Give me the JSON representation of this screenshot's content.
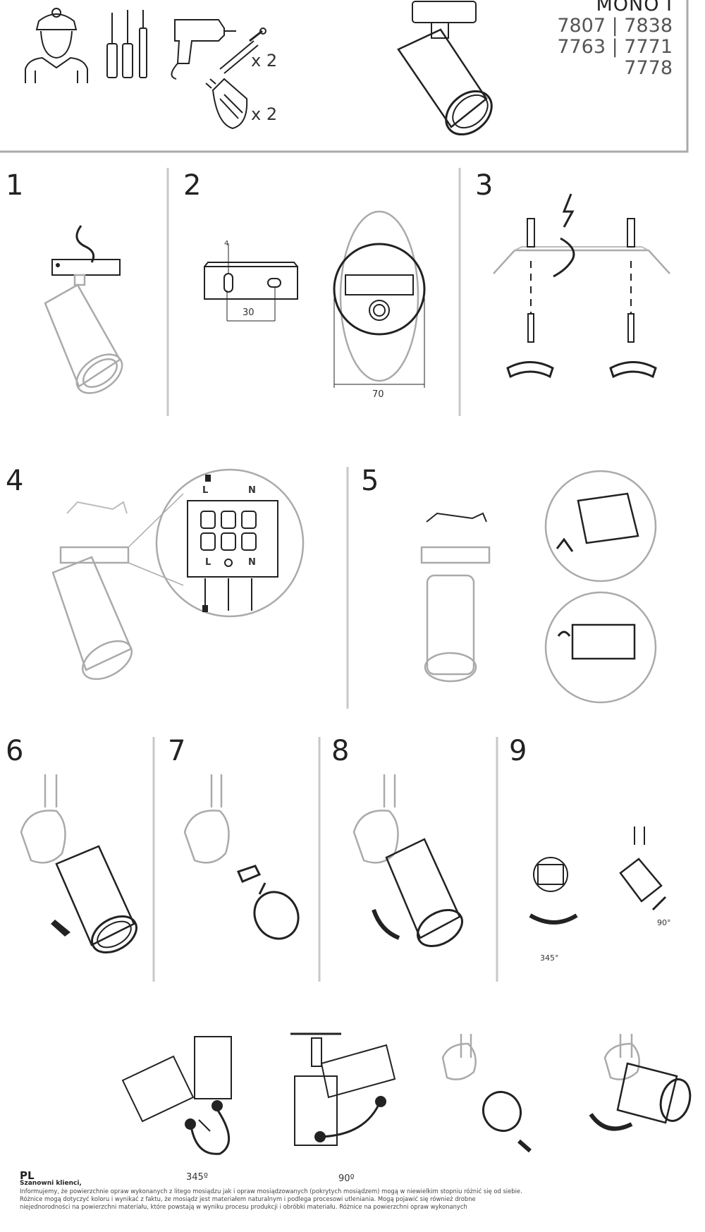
{
  "header": {
    "model_title": "MONO I",
    "model_codes": [
      "7807 | 7838",
      "7763 | 7771",
      "7778"
    ],
    "screw_qty": "x 2",
    "bulb_qty": "x 2",
    "icons": [
      "installer-icon",
      "screwdrivers-icon",
      "drill-icon",
      "wall-plug-icon",
      "gu10-bulb-icon"
    ]
  },
  "steps": [
    "1",
    "2",
    "3",
    "4",
    "5",
    "6",
    "7",
    "8",
    "9"
  ],
  "step2": {
    "dim_hole": "4",
    "dim_spacing": "30",
    "dim_diameter": "70"
  },
  "step4": {
    "terminal_top": [
      "L",
      "N"
    ],
    "terminal_bottom": [
      "L",
      "N"
    ]
  },
  "step9": {
    "angle_rotate": "345°",
    "angle_tilt": "90°"
  },
  "bottom_angles": {
    "rotate": "345º",
    "tilt": "90º"
  },
  "footer": {
    "lang": "PL",
    "greeting": "Szanowni klienci,",
    "lines": [
      "Informujemy, że powierzchnie opraw wykonanych z litego mosiądzu jak i opraw mosiądzowanych (pokrytych mosiądzem) mogą w niewielkim stopniu różnić się od siebie.",
      "Różnice mogą dotyczyć koloru i wynikać z faktu, że mosiądz jest materiałem naturalnym i podlega procesowi utleniania. Mogą pojawić się również drobne",
      "niejednorodności na powierzchni materiału, które powstają w wyniku procesu produkcji i obróbki materiału. Różnice na powierzchni opraw wykonanych"
    ]
  }
}
